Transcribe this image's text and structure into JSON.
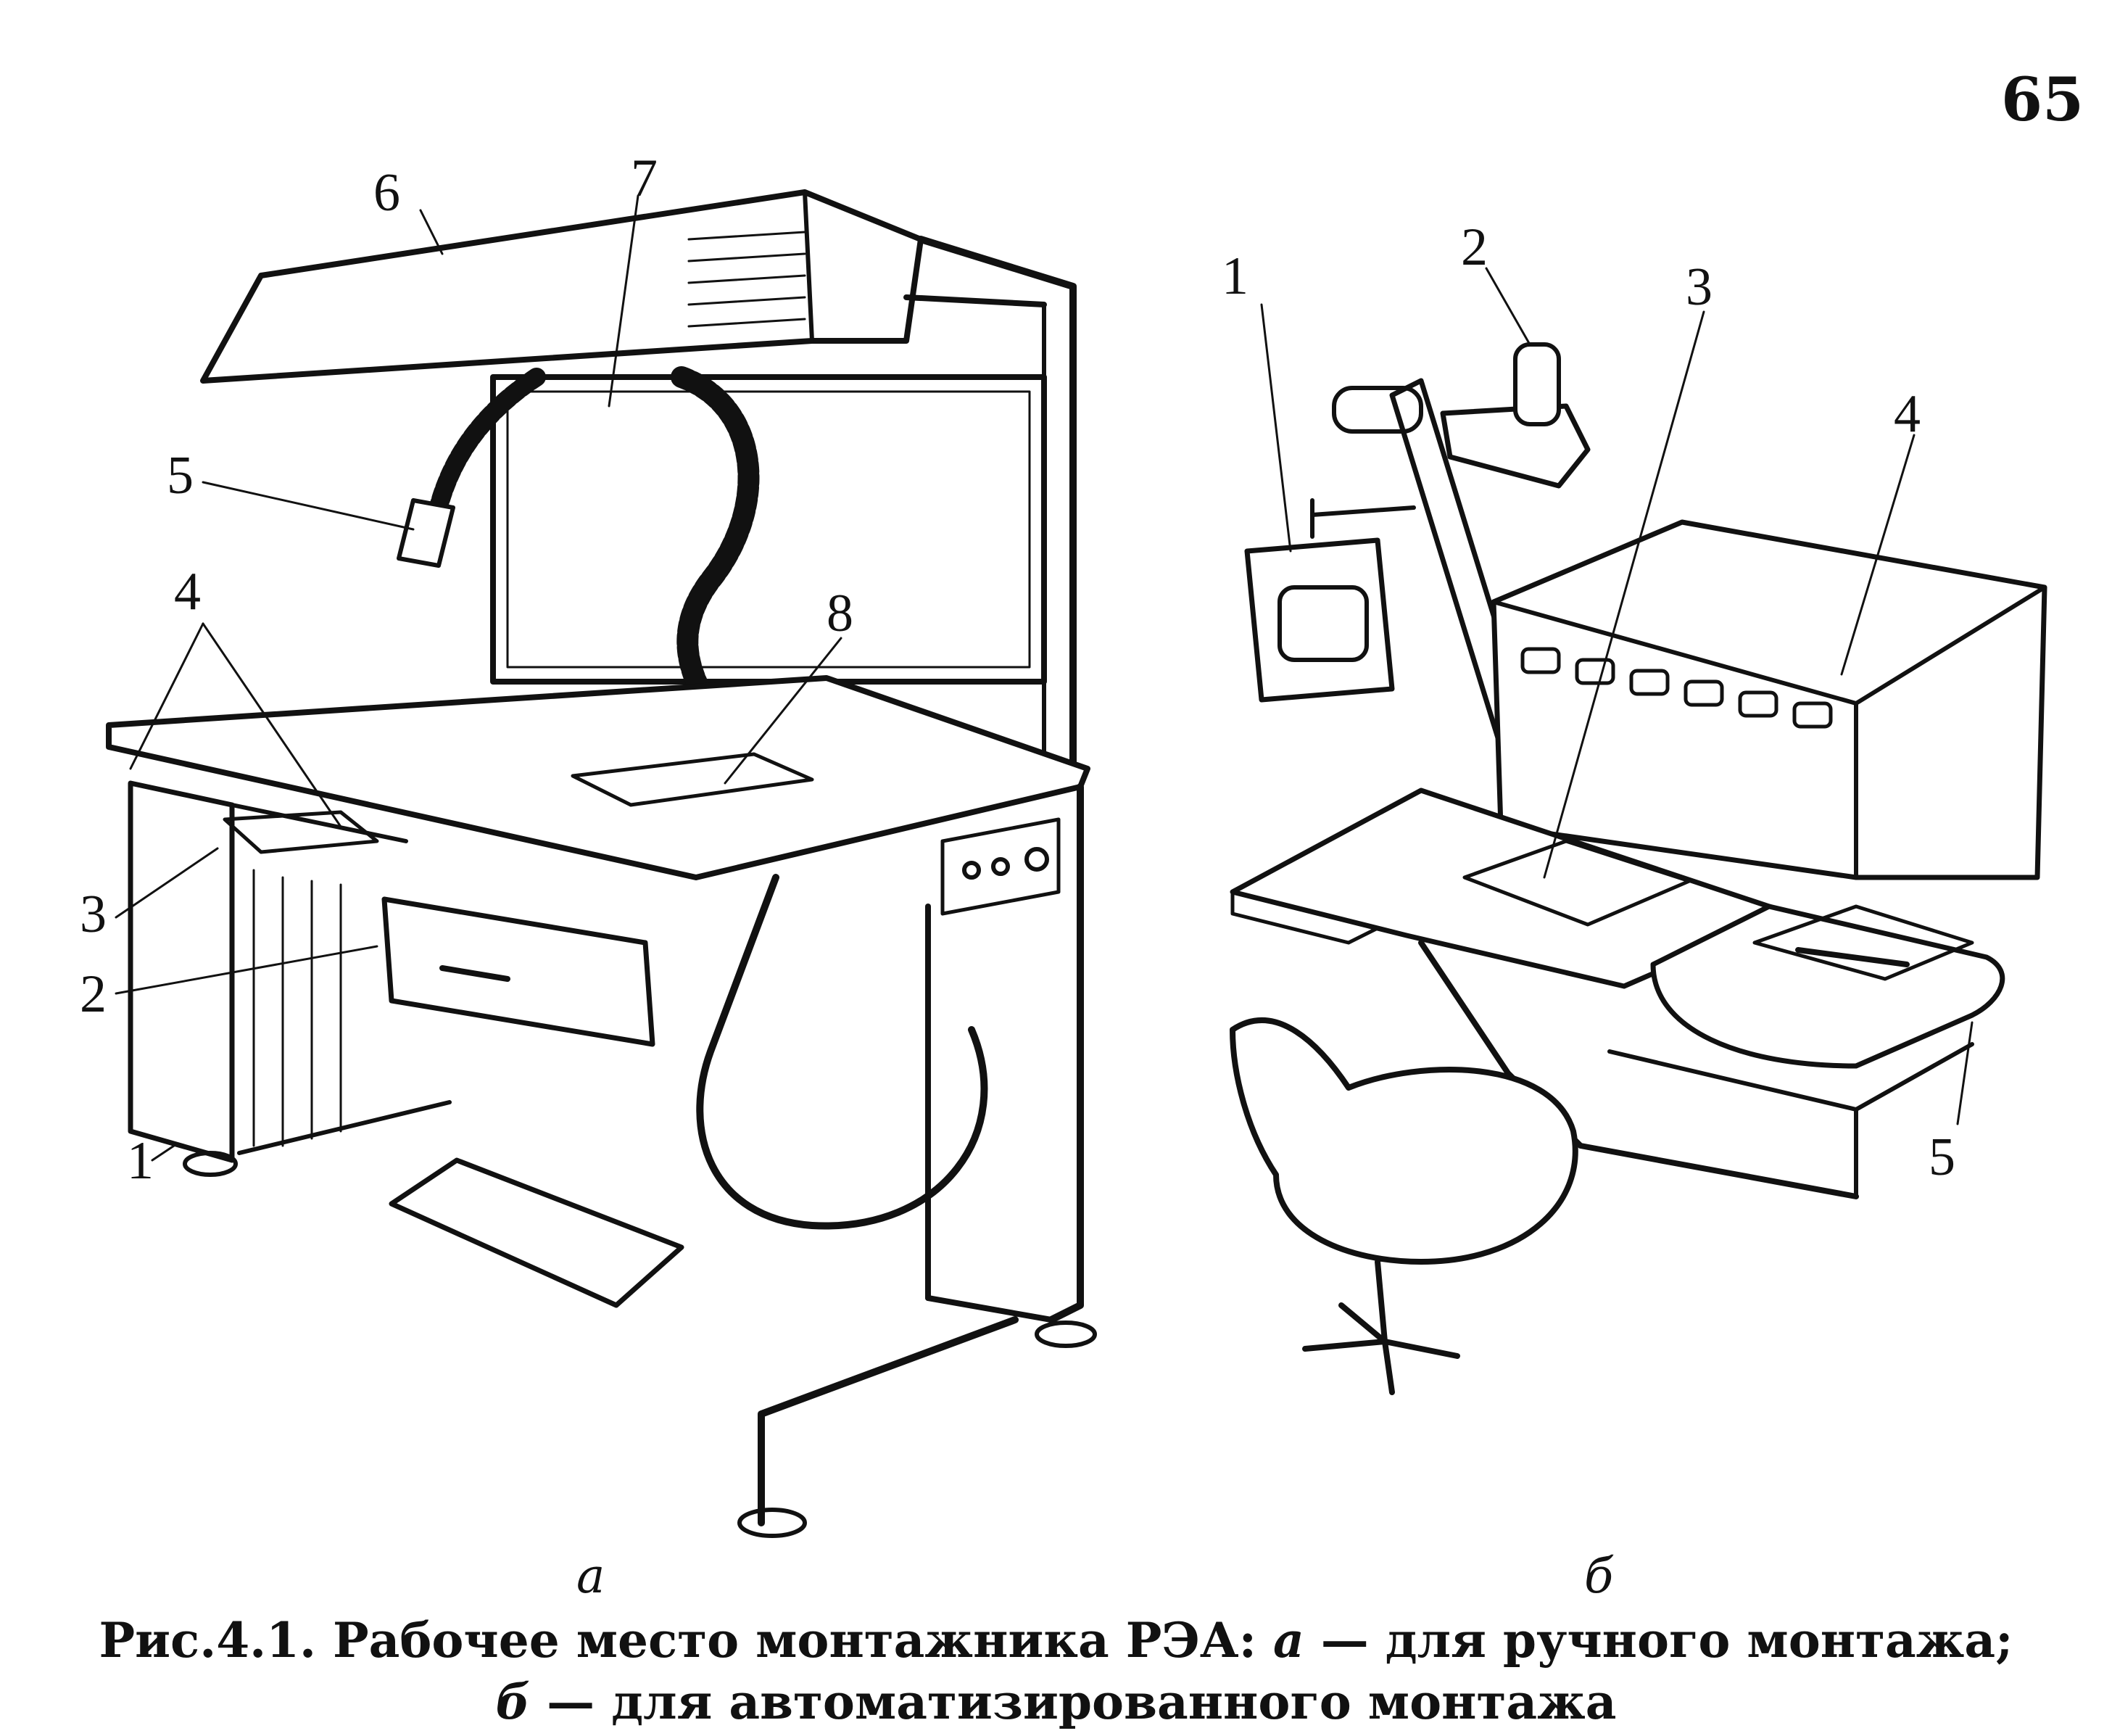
{
  "page_number": "65",
  "figure_a": {
    "subcaption": "а",
    "callouts": [
      "1",
      "2",
      "3",
      "4",
      "5",
      "6",
      "7",
      "8"
    ]
  },
  "figure_b": {
    "subcaption": "б",
    "callouts": [
      "1",
      "2",
      "3",
      "4",
      "5"
    ]
  },
  "caption": {
    "line1_prefix": "Рис.4.1. Рабочее место монтажника РЭА: ",
    "line1_a": "а",
    "line1_rest": " — для ручного монтажа;",
    "line2_b": "б",
    "line2_rest": " — для автоматизированного монтажа"
  }
}
